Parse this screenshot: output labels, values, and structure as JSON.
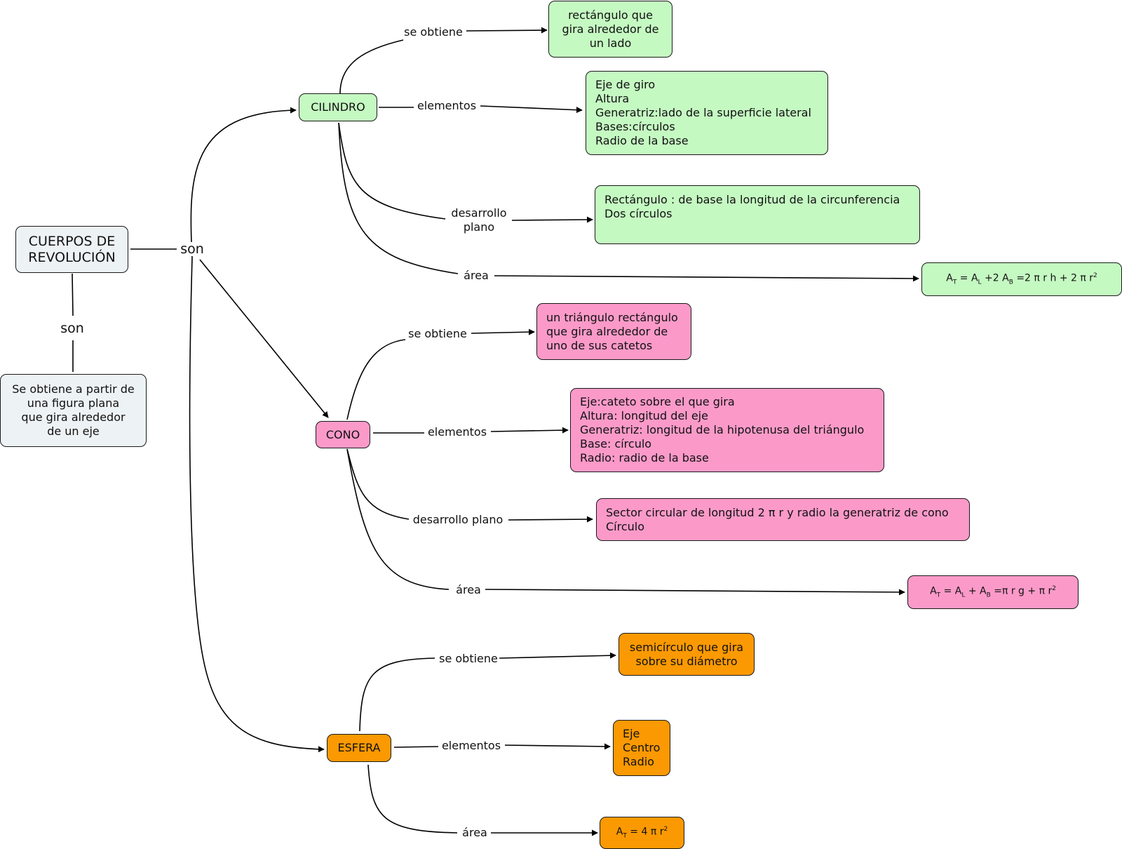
{
  "colors": {
    "root": "#edf2f4",
    "cilindro": "#c5f9c2",
    "cono": "#fb9ac9",
    "esfera": "#fb9902"
  },
  "root": {
    "title": "CUERPOS DE\nREVOLUCIÓN",
    "definition": "Se obtiene a partir de\nuna figura plana\nque gira alrededor\nde un eje"
  },
  "link_labels": {
    "son": "son",
    "se_obtiene": "se obtiene",
    "elementos": "elementos",
    "desarrollo_plano_split": "desarrollo\nplano",
    "desarrollo_plano": "desarrollo plano",
    "area": "área"
  },
  "cilindro": {
    "title": "CILINDRO",
    "obtiene": "rectángulo que\ngira alrededor de\nun lado",
    "elementos": "Eje de giro\nAltura\nGeneratriz:lado de la superficie lateral\nBases:círculos\nRadio de la base",
    "desarrollo": "Rectángulo : de base la longitud de la circunferencia\nDos círculos",
    "area": {
      "a": "A",
      "t": "T",
      "eq": " = A",
      "l": "L",
      "mid": " +2 A",
      "b": "B",
      "rest": " =2 π r h + 2 π  r",
      "sq": "2"
    }
  },
  "cono": {
    "title": "CONO",
    "obtiene": "un triángulo rectángulo\nque gira alrededor de\nuno de sus catetos",
    "elementos": "Eje:cateto sobre el que gira\nAltura: longitud del eje\nGeneratriz: longitud de la hipotenusa del triángulo\nBase: círculo\nRadio: radio de la base",
    "desarrollo": "Sector circular de longitud 2 π r y radio la generatriz de cono\nCírculo",
    "area": {
      "a": "A",
      "t": "T",
      "eq": " = A",
      "l": "L",
      "mid": " + A",
      "b": "B",
      "rest": " =π r g + π  r",
      "sq": "2"
    }
  },
  "esfera": {
    "title": "ESFERA",
    "obtiene": "semicírculo que gira\nsobre su diámetro",
    "elementos": "Eje\nCentro\nRadio",
    "area": {
      "a": "A",
      "t": "T",
      "rest": " = 4 π  r",
      "sq": "2"
    }
  }
}
